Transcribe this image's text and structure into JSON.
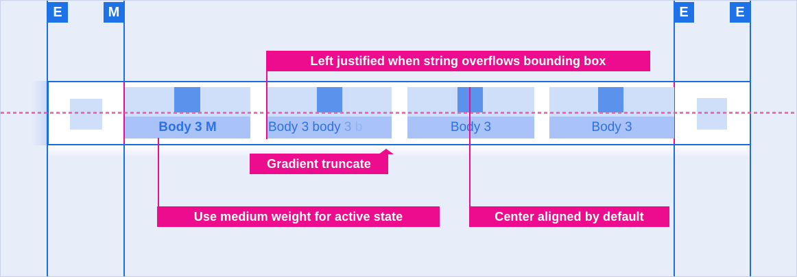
{
  "markers": [
    {
      "label": "E"
    },
    {
      "label": "M"
    },
    {
      "label": "E"
    },
    {
      "label": "E"
    }
  ],
  "tabs": [
    {
      "label": "Body 3 M",
      "state": "active",
      "alignment": "center"
    },
    {
      "parts": {
        "visible": "Body 3 body ",
        "fade1": "3 ",
        "fade2": "b"
      },
      "state": "truncated",
      "alignment": "left"
    },
    {
      "label": "Body 3",
      "state": "default",
      "alignment": "center"
    },
    {
      "label": "Body 3",
      "state": "default",
      "alignment": "center"
    }
  ],
  "annotations": {
    "left_justified": {
      "text": "Left justified when string overflows bounding box"
    },
    "gradient_truncate": {
      "text": "Gradient truncate"
    },
    "medium_weight": {
      "text": "Use medium weight for active state"
    },
    "center_aligned": {
      "text": "Center aligned by default"
    }
  },
  "colors": {
    "canvas_bg": "#e8edfa",
    "guide_blue": "#1c6ce2",
    "marker_blue": "#1d72e8",
    "annotation_pink": "#ec0c8d",
    "dashed_pink": "#f255a8",
    "tab_hit_area": "#cfdff9",
    "tab_text_box": "#a9c3f8",
    "indicator_square": "#5b92ec",
    "tab_text": "#2e71e5",
    "band_border": "#1a6be0"
  }
}
